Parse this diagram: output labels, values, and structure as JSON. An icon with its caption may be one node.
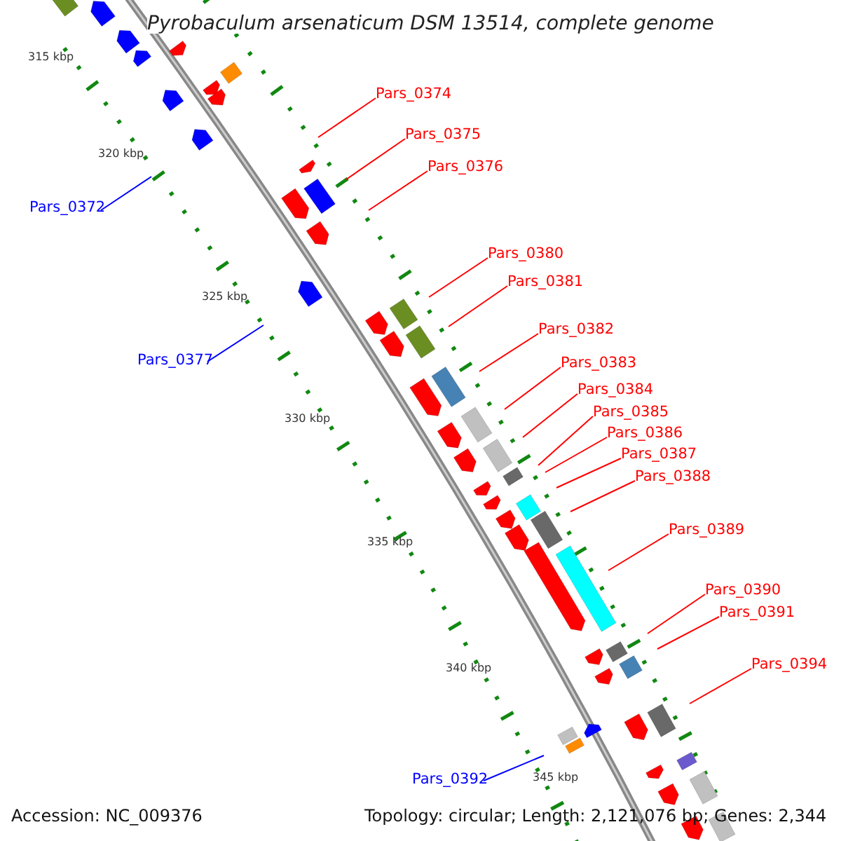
{
  "diagram": {
    "title": "Pyrobaculum arsenaticum DSM 13514, complete genome",
    "nodes": [
      {
        "text": [
          "Pars_0374"
        ]
      },
      {
        "text": [
          "Pars_0375"
        ]
      },
      {
        "text": [
          "Pars_0376"
        ]
      },
      {
        "text": [
          "Pars_0372"
        ]
      },
      {
        "text": [
          "Pars_0380"
        ]
      },
      {
        "text": [
          "Pars_0381"
        ]
      },
      {
        "text": [
          "Pars_0382"
        ]
      },
      {
        "text": [
          "Pars_0377"
        ]
      },
      {
        "text": [
          "Pars_0383"
        ]
      },
      {
        "text": [
          "Pars_0384"
        ]
      },
      {
        "text": [
          "Pars_0385"
        ]
      },
      {
        "text": [
          "Pars_0386"
        ]
      },
      {
        "text": [
          "Pars_0387"
        ]
      },
      {
        "text": [
          "Pars_0388"
        ]
      },
      {
        "text": [
          "Pars_0389"
        ]
      },
      {
        "text": [
          "Pars_0390"
        ]
      },
      {
        "text": [
          "Pars_0391"
        ]
      },
      {
        "text": [
          "Pars_0394"
        ]
      },
      {
        "text": [
          "Pars_0392"
        ]
      }
    ],
    "edges": [
      {
        "from": 0,
        "to": null,
        "arrow": "none"
      },
      {
        "from": 1,
        "to": null,
        "arrow": "none"
      },
      {
        "from": 2,
        "to": null,
        "arrow": "none"
      },
      {
        "from": 3,
        "to": null,
        "arrow": "none",
        "color": "#0000ff"
      },
      {
        "from": 4,
        "to": null,
        "arrow": "none"
      },
      {
        "from": 5,
        "to": null,
        "arrow": "none"
      },
      {
        "from": 6,
        "to": null,
        "arrow": "none"
      },
      {
        "from": 7,
        "to": null,
        "arrow": "none",
        "color": "#0000ff"
      },
      {
        "from": 8,
        "to": null,
        "arrow": "none"
      },
      {
        "from": 9,
        "to": null,
        "arrow": "none"
      },
      {
        "from": 10,
        "to": null,
        "arrow": "none"
      },
      {
        "from": 11,
        "to": null,
        "arrow": "none"
      },
      {
        "from": 12,
        "to": null,
        "arrow": "none"
      },
      {
        "from": 13,
        "to": null,
        "arrow": "none"
      },
      {
        "from": 14,
        "to": null,
        "arrow": "none"
      },
      {
        "from": 15,
        "to": null,
        "arrow": "none"
      },
      {
        "from": 16,
        "to": null,
        "arrow": "none"
      },
      {
        "from": 17,
        "to": null,
        "arrow": "none"
      },
      {
        "from": 18,
        "to": null,
        "arrow": "none",
        "color": "#0000ff"
      }
    ],
    "labels": [
      "315 kbp",
      "320 kbp",
      "325 kbp",
      "330 kbp",
      "335 kbp",
      "340 kbp",
      "345 kbp",
      "Accession: NC_009376",
      "Topology: circular; Length: 2,121,076 bp; Genes: 2,344"
    ]
  }
}
